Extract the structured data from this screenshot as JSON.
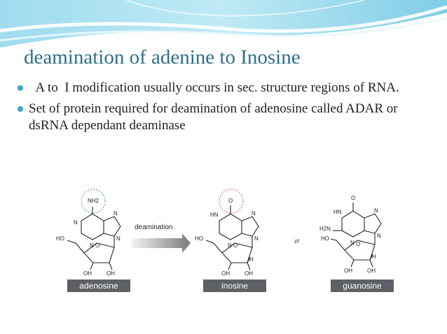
{
  "slide": {
    "title": "deamination of adenine to Inosine",
    "bullets": [
      "  A to  I modification usually occurs in sec. structure regions of RNA.",
      "Set of protein required for deamination of adenosine called ADAR or dsRNA dependant deaminase"
    ],
    "colors": {
      "title": "#2b6f8a",
      "accent": "#3aa9c9",
      "label_box": "#5d6064"
    }
  },
  "figure": {
    "arrow_label": "deamination",
    "molecules": [
      {
        "name": "adenosine",
        "group": "NH2"
      },
      {
        "name": "inosine",
        "group": "O"
      },
      {
        "name": "guanosine",
        "group": "O"
      }
    ],
    "atoms": {
      "n": "N",
      "hn": "HN",
      "h2n": "H2N",
      "o": "O",
      "ho": "HO",
      "oh": "OH",
      "h": "H"
    },
    "separator": "⇄"
  }
}
